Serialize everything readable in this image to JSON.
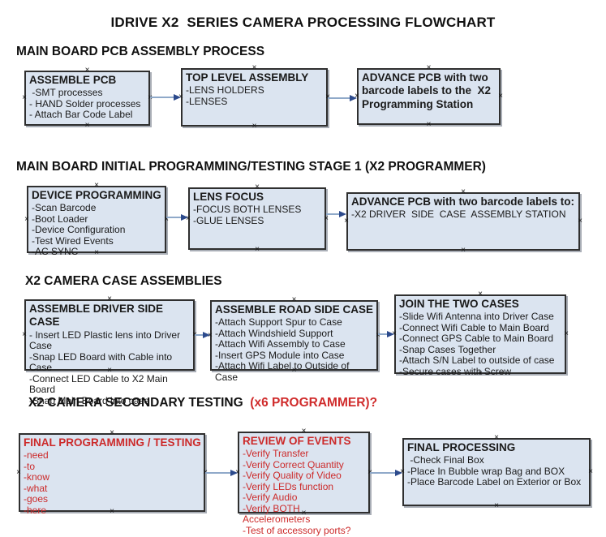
{
  "title": "IDRIVE X2  SERIES CAMERA PROCESSING FLOWCHART",
  "colors": {
    "box_fill": "#dbe4f0",
    "box_border": "#2f2f2f",
    "arrow_line": "#8fa9c9",
    "arrow_head": "#2c4a8c",
    "red_text": "#cc2a2a",
    "heading_red": "#d02c2c"
  },
  "sections": [
    {
      "heading": {
        "text": "MAIN BOARD PCB ASSEMBLY PROCESS",
        "red_suffix": ""
      },
      "boxes": [
        {
          "title": "ASSEMBLE PCB",
          "items": [
            " -SMT processes",
            "- HAND Solder processes",
            "- Attach Bar Code Label"
          ],
          "red": false
        },
        {
          "title": "TOP LEVEL ASSEMBLY",
          "items": [
            "-LENS HOLDERS",
            "-LENSES"
          ],
          "red": false
        },
        {
          "title": "ADVANCE PCB with two barcode labels to the  X2 Programming Station",
          "items": [],
          "red": false
        }
      ]
    },
    {
      "heading": {
        "text": "MAIN BOARD INITIAL PROGRAMMING/TESTING STAGE 1 (X2 PROGRAMMER)",
        "red_suffix": ""
      },
      "boxes": [
        {
          "title": "DEVICE PROGRAMMING",
          "items": [
            "-Scan Barcode",
            "-Boot Loader",
            "-Device Configuration",
            "-Test Wired Events",
            "-AC SYNC"
          ],
          "red": false
        },
        {
          "title": "LENS FOCUS",
          "items": [
            "-FOCUS BOTH LENSES",
            "-GLUE LENSES"
          ],
          "red": false
        },
        {
          "title": "ADVANCE PCB with two barcode labels to:",
          "items": [
            "-X2 DRIVER  SIDE  CASE  ASSEMBLY STATION"
          ],
          "red": false
        }
      ]
    },
    {
      "heading": {
        "text": "X2 CAMERA CASE ASSEMBLIES",
        "red_suffix": ""
      },
      "boxes": [
        {
          "title": "ASSEMBLE DRIVER SIDE CASE",
          "items": [
            "- Insert LED Plastic lens into Driver Case",
            "-Snap LED Board with Cable into Case",
            "-Connect LED Cable to X2 Main Board",
            "-Snap Main Board into case"
          ],
          "red": false
        },
        {
          "title": "ASSEMBLE ROAD SIDE CASE",
          "items": [
            "-Attach Support Spur to Case",
            "-Attach Windshield Support",
            "-Attach Wifi Assembly to Case",
            "-Insert GPS Module into Case",
            "-Attach Wifi Label to Outside of Case"
          ],
          "red": false
        },
        {
          "title": "JOIN THE TWO CASES",
          "items": [
            "-Slide Wifi Antenna into Driver Case",
            "-Connect Wifi Cable to Main Board",
            "-Connect GPS Cable to Main Board",
            "-Snap Cases Together",
            "-Attach S/N Label to outside of case",
            "-Secure cases with Screw"
          ],
          "red": false
        }
      ]
    },
    {
      "heading": {
        "text": "X2 CAMERA SECONDARY TESTING ",
        "red_suffix": " (x6 PROGRAMMER)?"
      },
      "boxes": [
        {
          "title": "FINAL PROGRAMMING / TESTING",
          "items": [
            "-need",
            "-to",
            "-know",
            "-what",
            "-goes",
            "-here"
          ],
          "red": true
        },
        {
          "title": "REVIEW OF EVENTS",
          "items": [
            "-Verify Transfer",
            "-Verify Correct Quantity",
            "-Verify Quality of Video",
            "-Verify LEDs function",
            "-Verify Audio",
            "-Verify BOTH Accelerometers",
            "-Test of accessory ports?"
          ],
          "red": true
        },
        {
          "title": "FINAL PROCESSING",
          "items": [
            " -Check Final Box",
            "-Place In Bubble wrap Bag and BOX",
            "-Place Barcode Label on Exterior or Box"
          ],
          "red": false
        }
      ]
    }
  ]
}
